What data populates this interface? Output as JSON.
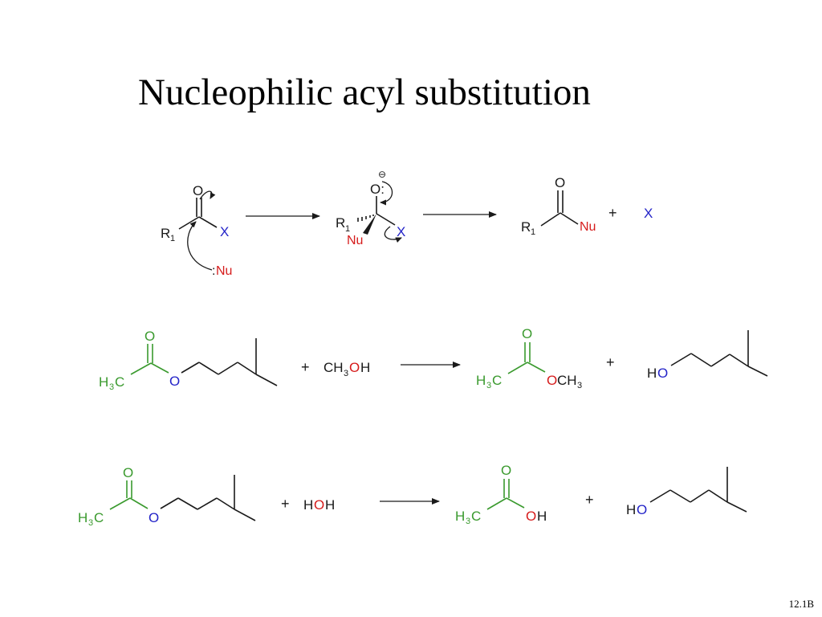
{
  "title": "Nucleophilic acyl substitution",
  "slide_number": "12.1B",
  "colors": {
    "green": "#3a9a2e",
    "blue": "#2424c8",
    "red": "#d61c1c",
    "black": "#1a1a1a"
  },
  "mechanism": {
    "r1": "R",
    "r1_sub": "1",
    "o": "O",
    "x": "X",
    "nu": "Nu",
    "colon_nu": ":",
    "o_anion": "O:",
    "minus": "⊖",
    "plus": "+"
  },
  "reaction1": {
    "reactant_o_top": "O",
    "reactant_h3c": "H",
    "reactant_h3c_sub": "3",
    "reactant_c": "C",
    "reactant_o_ester": "O",
    "plus1": "+",
    "methanol_ch": "CH",
    "methanol_sub": "3",
    "methanol_o": "O",
    "methanol_h": "H",
    "product_o_top": "O",
    "product_h3c": "H",
    "product_h3c_sub": "3",
    "product_c": "C",
    "product_o": "O",
    "product_ch": "CH",
    "product_ch_sub": "3",
    "plus2": "+",
    "alcohol_h": "H",
    "alcohol_o": "O"
  },
  "reaction2": {
    "reactant_o_top": "O",
    "reactant_h3c": "H",
    "reactant_h3c_sub": "3",
    "reactant_c": "C",
    "reactant_o_ester": "O",
    "plus1": "+",
    "water_h1": "H",
    "water_o": "O",
    "water_h2": "H",
    "product_o_top": "O",
    "product_h3c": "H",
    "product_h3c_sub": "3",
    "product_c": "C",
    "product_o": "O",
    "product_h": "H",
    "plus2": "+",
    "alcohol_h": "H",
    "alcohol_o": "O"
  }
}
